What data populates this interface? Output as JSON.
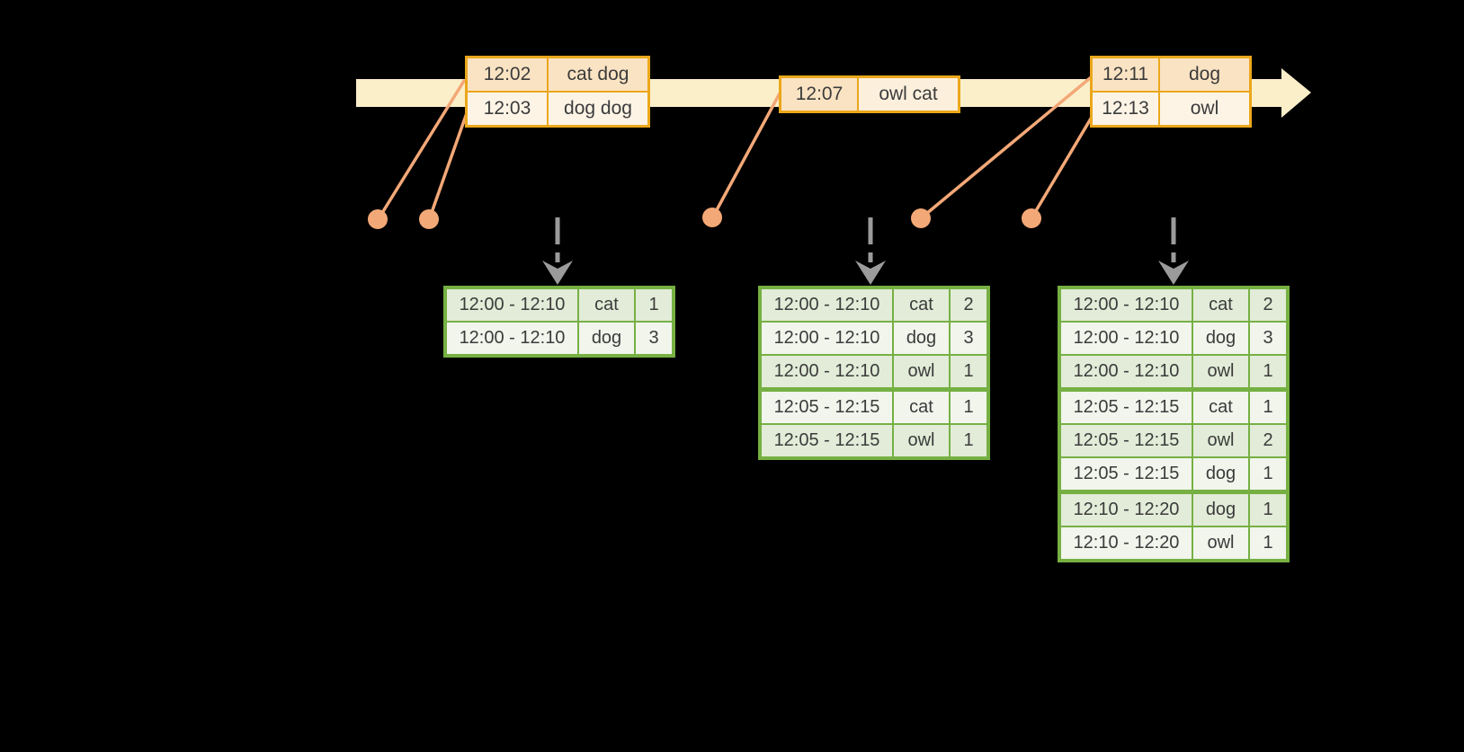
{
  "colors": {
    "background": "#000000",
    "timeline_band": "#FBEFCA",
    "orange_border": "#EBA71B",
    "orange_row_dark": "#FAE3C3",
    "orange_row_mid": "#FCF0DD",
    "orange_row_light": "#FDF4E6",
    "connector": "#F3A877",
    "gray_arrow": "#9B9B9B",
    "green_border": "#76B043",
    "green_row_dark": "#E2ECD8",
    "green_row_light": "#F1F5EC",
    "text": "#3B3B3B"
  },
  "input_tables": [
    {
      "rows": [
        {
          "time": "12:02",
          "words": "cat dog"
        },
        {
          "time": "12:03",
          "words": "dog dog"
        }
      ]
    },
    {
      "rows": [
        {
          "time": "12:07",
          "words": "owl cat"
        }
      ]
    },
    {
      "rows": [
        {
          "time": "12:11",
          "words": "dog"
        },
        {
          "time": "12:13",
          "words": "owl"
        }
      ]
    }
  ],
  "result_tables": [
    {
      "rows": [
        {
          "window": "12:00 - 12:10",
          "word": "cat",
          "count": "1"
        },
        {
          "window": "12:00 - 12:10",
          "word": "dog",
          "count": "3"
        }
      ]
    },
    {
      "rows": [
        {
          "window": "12:00 - 12:10",
          "word": "cat",
          "count": "2"
        },
        {
          "window": "12:00 - 12:10",
          "word": "dog",
          "count": "3"
        },
        {
          "window": "12:00 - 12:10",
          "word": "owl",
          "count": "1"
        },
        {
          "window": "12:05 - 12:15",
          "word": "cat",
          "count": "1"
        },
        {
          "window": "12:05 - 12:15",
          "word": "owl",
          "count": "1"
        }
      ]
    },
    {
      "rows": [
        {
          "window": "12:00 - 12:10",
          "word": "cat",
          "count": "2"
        },
        {
          "window": "12:00 - 12:10",
          "word": "dog",
          "count": "3"
        },
        {
          "window": "12:00 - 12:10",
          "word": "owl",
          "count": "1"
        },
        {
          "window": "12:05 - 12:15",
          "word": "cat",
          "count": "1"
        },
        {
          "window": "12:05 - 12:15",
          "word": "owl",
          "count": "2"
        },
        {
          "window": "12:05 - 12:15",
          "word": "dog",
          "count": "1"
        },
        {
          "window": "12:10 - 12:20",
          "word": "dog",
          "count": "1"
        },
        {
          "window": "12:10 - 12:20",
          "word": "owl",
          "count": "1"
        }
      ]
    }
  ]
}
